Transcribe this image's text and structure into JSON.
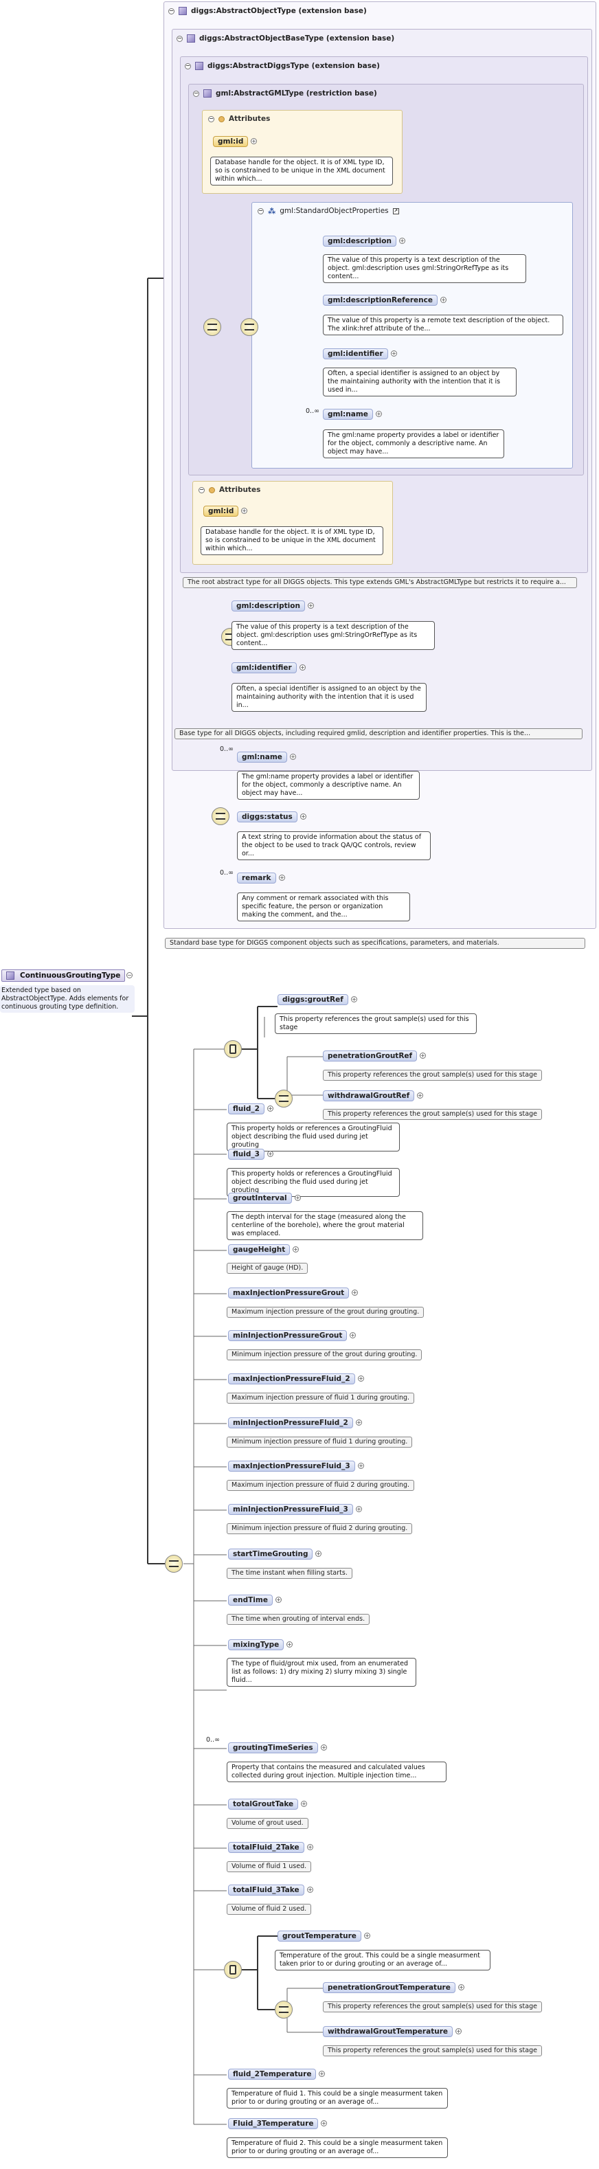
{
  "root": {
    "name": "ContinuousGroutingType",
    "doc": "Extended type based on AbstractObjectType. Adds elements for continuous grouting type definition."
  },
  "types": {
    "abstract_object": {
      "title": "diggs:AbstractObjectType (extension base)",
      "doc": "Standard base type for DIGGS component objects such as specifications, parameters, and materials."
    },
    "abstract_object_base": {
      "title": "diggs:AbstractObjectBaseType (extension base)",
      "doc": "Base type for all DIGGS objects, including required gmlid, description and identifier properties. This is the..."
    },
    "abstract_diggs": {
      "title": "diggs:AbstractDiggsType (extension base)",
      "doc": "The root abstract type for all DIGGS objects. This type extends GML's AbstractGMLType but restricts it to require a..."
    },
    "abstract_gml": {
      "title": "gml:AbstractGMLType (restriction base)"
    }
  },
  "attributes_label": "Attributes",
  "gml_id": {
    "name": "gml:id",
    "doc": "Database handle for the object. It is of XML type ID, so is constrained to be unique in the XML document within which..."
  },
  "std_props": {
    "name": "gml:StandardObjectProperties"
  },
  "gml_elements": [
    {
      "name": "gml:description",
      "doc": "The value of this property is a text description of the object. gml:description uses gml:StringOrRefType as its content..."
    },
    {
      "name": "gml:descriptionReference",
      "doc": "The value of this property is a remote text description of the object. The xlink:href attribute of the..."
    },
    {
      "name": "gml:identifier",
      "doc": "Often, a special identifier is assigned to an object by the maintaining authority with the intention that it is used in..."
    },
    {
      "name": "gml:name",
      "doc": "The gml:name property provides a label or identifier for the object, commonly a descriptive name. An object may have...",
      "mult": "0..∞"
    }
  ],
  "diggs_gml_elements": [
    {
      "name": "gml:description",
      "doc": "The value of this property is a text description of the object. gml:description uses gml:StringOrRefType as its content..."
    },
    {
      "name": "gml:identifier",
      "doc": "Often, a special identifier is assigned to an object by the maintaining authority with the intention that it is used in..."
    }
  ],
  "base_elements": [
    {
      "name": "gml:name",
      "doc": "The gml:name property provides a label or identifier for the object, commonly a descriptive name. An object may have...",
      "mult": "0..∞"
    },
    {
      "name": "diggs:status",
      "doc": "A text string to provide information about the status of the object to be used to track QA/QC controls, review or..."
    },
    {
      "name": "remark",
      "doc": "Any comment or remark associated with this specific feature, the person or organization making the comment, and the...",
      "mult": "0..∞"
    }
  ],
  "grout_choice": {
    "ref": {
      "name": "diggs:groutRef",
      "doc": "This property references the grout sample(s) used for this stage"
    },
    "penetration": {
      "name": "penetrationGroutRef",
      "doc": "This property references the grout sample(s) used for this stage"
    },
    "withdrawal": {
      "name": "withdrawalGroutRef",
      "doc": "This property references the grout sample(s) used for this stage"
    }
  },
  "elements": [
    {
      "name": "fluid_2",
      "doc": "This property holds or references a GroutingFluid object describing the fluid used during jet grouting"
    },
    {
      "name": "fluid_3",
      "doc": "This property holds or references a GroutingFluid object describing the fluid used during jet grouting"
    },
    {
      "name": "groutInterval",
      "doc": "The depth interval for the stage (measured along the centerline of the borehole), where the grout material was emplaced."
    },
    {
      "name": "gaugeHeight",
      "doc": "Height of gauge (HD)."
    },
    {
      "name": "maxInjectionPressureGrout",
      "doc": "Maximum injection pressure of the grout during grouting."
    },
    {
      "name": "minInjectionPressureGrout",
      "doc": "Minimum injection pressure of the grout during grouting."
    },
    {
      "name": "maxInjectionPressureFluid_2",
      "doc": "Maximum injection pressure of fluid 1 during grouting."
    },
    {
      "name": "minInjectionPressureFluid_2",
      "doc": "Minimum injection pressure of fluid 1 during grouting."
    },
    {
      "name": "maxInjectionPressureFluid_3",
      "doc": "Maximum injection pressure of fluid 2 during grouting."
    },
    {
      "name": "minInjectionPressureFluid_3",
      "doc": "Minimum injection pressure of fluid 2 during grouting."
    },
    {
      "name": "startTimeGrouting",
      "doc": "The time instant when filling starts."
    },
    {
      "name": "endTime",
      "doc": "The time when grouting of interval ends."
    },
    {
      "name": "mixingType",
      "doc": "The type of fluid/grout mix used, from an enumerated list as follows: 1) dry mixing 2) slurry mixing 3) single fluid..."
    },
    {
      "name": "groutingTimeSeries",
      "doc": "Property that contains the measured and calculated values collected during grout injection. Multiple injection time...",
      "mult": "0..∞"
    },
    {
      "name": "totalGroutTake",
      "doc": "Volume of grout used."
    },
    {
      "name": "totalFluid_2Take",
      "doc": "Volume of fluid 1 used."
    },
    {
      "name": "totalFluid_3Take",
      "doc": "Volume of fluid 2 used."
    }
  ],
  "temp_choice": {
    "grout": {
      "name": "groutTemperature",
      "doc": "Temperature of the grout. This could be a single measurment taken prior to or during grouting or an average of..."
    },
    "penetration": {
      "name": "penetrationGroutTemperature",
      "doc": "This property references the grout sample(s) used for this stage"
    },
    "withdrawal": {
      "name": "withdrawalGroutTemperature",
      "doc": "This property references the grout sample(s) used for this stage"
    }
  },
  "tail_elements": [
    {
      "name": "fluid_2Temperature",
      "doc": "Temperature of fluid 1. This could be a single measurment taken prior to or during grouting or an average of..."
    },
    {
      "name": "Fluid_3Temperature",
      "doc": "Temperature of fluid 2. This could be a single measurment taken prior to or during grouting or an average of..."
    }
  ]
}
